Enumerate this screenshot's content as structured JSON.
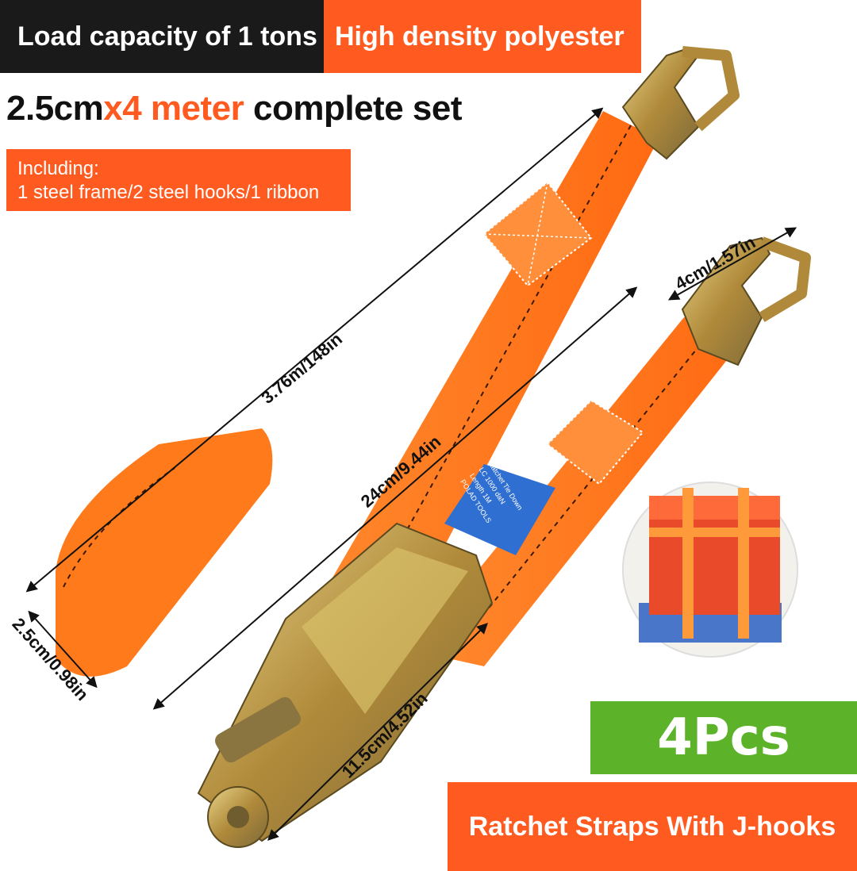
{
  "banners": {
    "load_capacity": "Load capacity of 1 tons",
    "material": "High density polyester",
    "quantity": "4Pcs",
    "product": "Ratchet Straps With J-hooks"
  },
  "headline": {
    "size": "2.5cm",
    "length": "x4 meter",
    "rest": " complete set"
  },
  "including": {
    "title": "Including:",
    "items": "1 steel frame/2 steel hooks/1 ribbon"
  },
  "dimensions": {
    "long_strap": "3.76m/148in",
    "short_strap": "24cm/9.44in",
    "hook_width": "4cm/1.57in",
    "strap_width": "2.5cm/0.98in",
    "ratchet_length": "11.5cm/4.52in"
  },
  "label": {
    "line1": "Ratchet Tie Down",
    "line2": "LC 1000 daN",
    "line3": "Length 1M",
    "line4": "POLAD TOOLS"
  },
  "colors": {
    "orange": "#ff5a1f",
    "strap": "#ff7a1a",
    "black": "#1a1a1a",
    "green": "#5cb32a",
    "label_blue": "#2f6fd1",
    "metal": "#c9a850"
  }
}
